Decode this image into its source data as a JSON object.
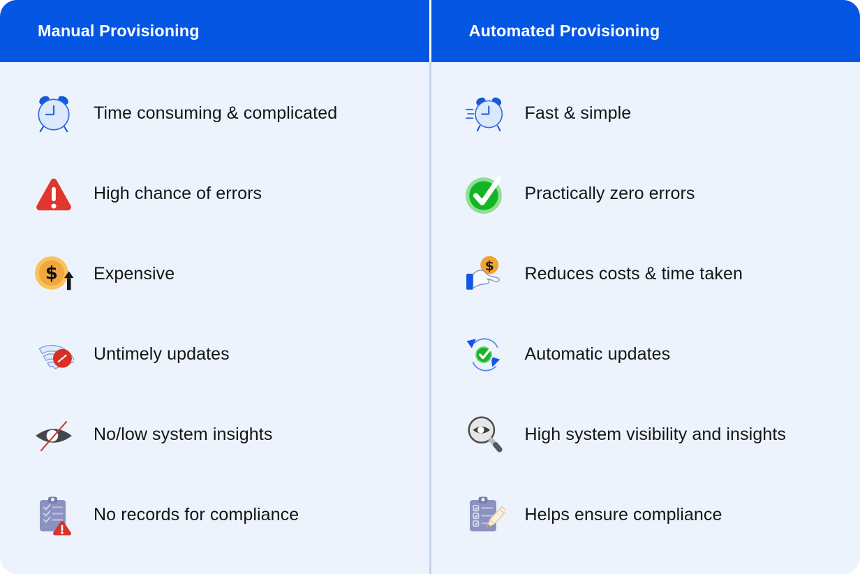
{
  "colors": {
    "header_bg": "#0456e3",
    "header_text": "#ffffff",
    "body_bg": "#edf3fc",
    "header_divider": "#ffffff",
    "body_divider": "#c3d4ec",
    "text_color": "#151515",
    "alert_red": "#e0372c",
    "success_green": "#17b426",
    "coin_gold": "#f8c35c",
    "coin_orange": "#f2a433",
    "clipboard_purple": "#8b92c0",
    "accent_blue": "#1356e3"
  },
  "columns": [
    {
      "header": "Manual Provisioning",
      "rows": [
        {
          "icon": "alarm-clock-icon",
          "text": "Time consuming & complicated"
        },
        {
          "icon": "error-warning-triangle-icon",
          "text": "High chance of errors"
        },
        {
          "icon": "expensive-coin-arrow-icon",
          "text": "Expensive"
        },
        {
          "icon": "no-updates-wifi-blocked-icon",
          "text": "Untimely updates"
        },
        {
          "icon": "no-visibility-eye-slash-icon",
          "text": "No/low system insights"
        },
        {
          "icon": "no-compliance-clipboard-warning-icon",
          "text": "No records for compliance"
        }
      ]
    },
    {
      "header": "Automated Provisioning",
      "rows": [
        {
          "icon": "fast-alarm-clock-icon",
          "text": "Fast & simple"
        },
        {
          "icon": "zero-errors-check-circle-icon",
          "text": "Practically zero errors"
        },
        {
          "icon": "cost-reduction-hand-coin-icon",
          "text": "Reduces costs & time taken"
        },
        {
          "icon": "automatic-updates-sync-check-icon",
          "text": "Automatic updates"
        },
        {
          "icon": "visibility-magnifier-eye-icon",
          "text": "High system visibility and insights"
        },
        {
          "icon": "compliance-clipboard-pencil-icon",
          "text": "Helps ensure compliance"
        }
      ]
    }
  ]
}
